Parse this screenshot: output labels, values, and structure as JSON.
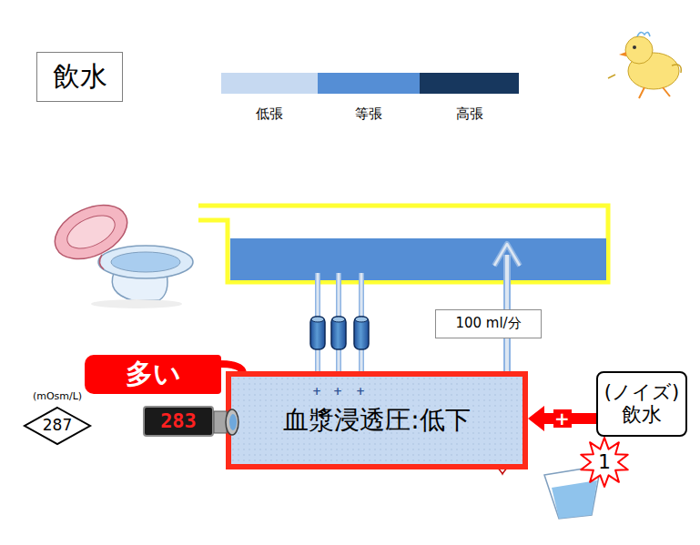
{
  "diagram": {
    "title": "飲水",
    "nodes": [
      {
        "text": [
          "100 ml/分"
        ]
      },
      {
        "text": [
          "血漿浸透圧:低下"
        ]
      },
      {
        "text": [
          "多い"
        ]
      },
      {
        "text": [
          "283"
        ]
      },
      {
        "text": [
          "(mOsm/L)",
          "287"
        ]
      },
      {
        "text": [
          "(ノイズ)",
          "飲水"
        ]
      },
      {
        "text": [
          "1"
        ]
      }
    ],
    "edges": [
      {
        "from": 5,
        "to": 1,
        "arrow": "to",
        "label": "+"
      },
      {
        "from": 2,
        "to": 1,
        "arrow": "none"
      }
    ],
    "labels": [
      "+",
      "+",
      "+"
    ],
    "legend": [
      {
        "text": "低張",
        "color": "#c6d9f1"
      },
      {
        "text": "等張",
        "color": "#558ed5"
      },
      {
        "text": "高張",
        "color": "#17375e"
      }
    ]
  }
}
